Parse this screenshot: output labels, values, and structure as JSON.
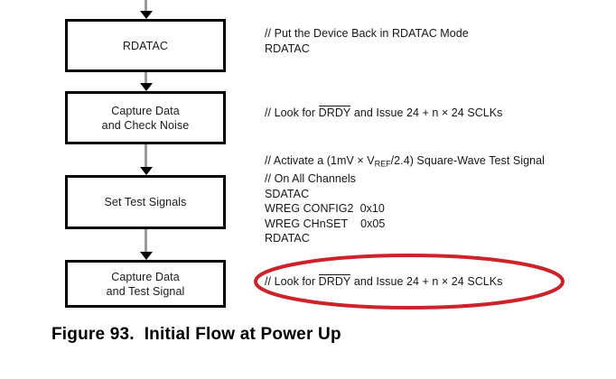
{
  "figure": {
    "caption": "Figure 93.  Initial Flow at Power Up",
    "boxes": [
      {
        "id": "rdatac",
        "label": "RDATAC"
      },
      {
        "id": "capture-check-noise",
        "label": "Capture Data\nand Check Noise"
      },
      {
        "id": "set-test-signals",
        "label": "Set Test Signals"
      },
      {
        "id": "capture-test-signal",
        "label": "Capture Data\nand Test Signal"
      }
    ],
    "annotations": [
      {
        "id": "rdatac-note",
        "lines": [
          {
            "segments": [
              {
                "text": "// Put the Device Back in RDATAC Mode"
              }
            ]
          },
          {
            "segments": [
              {
                "text": "RDATAC"
              }
            ]
          }
        ]
      },
      {
        "id": "check-noise-note",
        "lines": [
          {
            "segments": [
              {
                "text": "// Look for "
              },
              {
                "text": "DRDY",
                "style": "overline"
              },
              {
                "text": " and Issue 24 + n × 24 SCLKs"
              }
            ]
          }
        ]
      },
      {
        "id": "set-test-signals-note",
        "lines": [
          {
            "segments": [
              {
                "text": "// Activate a (1mV × V"
              },
              {
                "text": "REF",
                "style": "subscript"
              },
              {
                "text": "/2.4) Square-Wave Test Signal"
              }
            ]
          },
          {
            "segments": [
              {
                "text": "// On All Channels"
              }
            ]
          },
          {
            "segments": [
              {
                "text": "SDATAC"
              }
            ]
          },
          {
            "segments": [
              {
                "text": "WREG CONFIG2  0x10"
              }
            ]
          },
          {
            "segments": [
              {
                "text": "WREG CHnSET    0x05"
              }
            ]
          },
          {
            "segments": [
              {
                "text": "RDATAC"
              }
            ]
          }
        ]
      },
      {
        "id": "test-signal-note",
        "highlighted": true,
        "lines": [
          {
            "segments": [
              {
                "text": "// Look for "
              },
              {
                "text": "DRDY",
                "style": "overline"
              },
              {
                "text": " and Issue 24 + n × 24 SCLKs"
              }
            ]
          }
        ]
      }
    ],
    "colors": {
      "box_border": "#000000",
      "connector_line": "#9a9a9a",
      "arrowhead": "#000000",
      "highlight": "#cc2229",
      "text": "#161616",
      "background": "#ffffff"
    }
  }
}
